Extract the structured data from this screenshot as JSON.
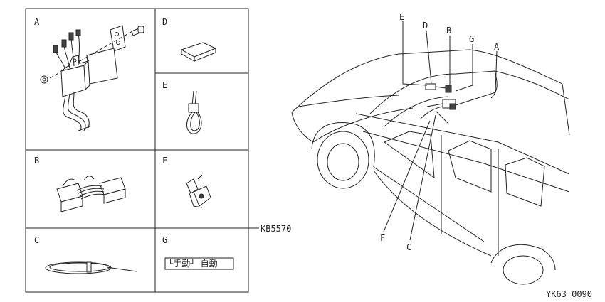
{
  "kit_panel": {
    "cells": [
      {
        "id": "A",
        "label": "A"
      },
      {
        "id": "D",
        "label": "D"
      },
      {
        "id": "E",
        "label": "E"
      },
      {
        "id": "B",
        "label": "B"
      },
      {
        "id": "F",
        "label": "F"
      },
      {
        "id": "C",
        "label": "C"
      },
      {
        "id": "G",
        "label": "G"
      }
    ],
    "part_number": "KB5570",
    "switch_label_text": "└手動┘ 自動"
  },
  "car_view": {
    "callouts": [
      {
        "id": "E",
        "label": "E"
      },
      {
        "id": "D",
        "label": "D"
      },
      {
        "id": "B",
        "label": "B"
      },
      {
        "id": "G",
        "label": "G"
      },
      {
        "id": "A",
        "label": "A"
      },
      {
        "id": "F",
        "label": "F"
      },
      {
        "id": "C",
        "label": "C"
      }
    ]
  },
  "figure_code": "YK63 0090"
}
